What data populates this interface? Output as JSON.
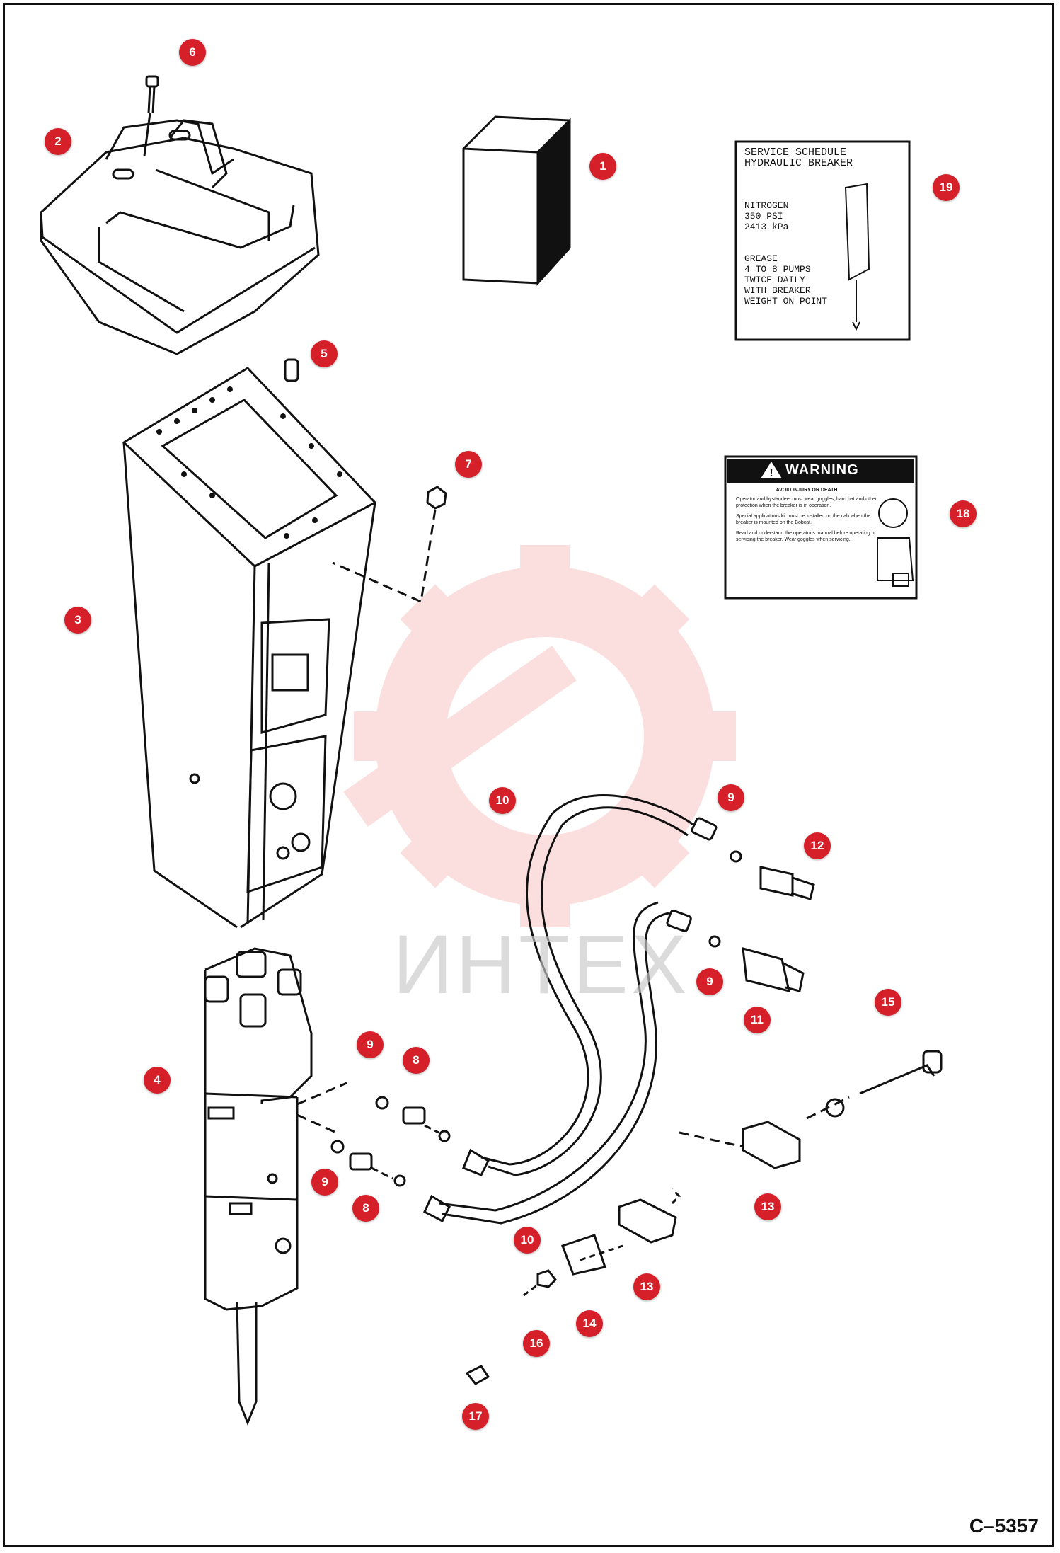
{
  "watermark": {
    "text": "ИНТЕХ",
    "color": "#f28b8b"
  },
  "drawing_code": "C–5357",
  "callout_color": "#d5202a",
  "callouts": [
    {
      "id": "1",
      "label": "1"
    },
    {
      "id": "2",
      "label": "2"
    },
    {
      "id": "3",
      "label": "3"
    },
    {
      "id": "4",
      "label": "4"
    },
    {
      "id": "5",
      "label": "5"
    },
    {
      "id": "6",
      "label": "6"
    },
    {
      "id": "7",
      "label": "7"
    },
    {
      "id": "8a",
      "label": "8"
    },
    {
      "id": "8b",
      "label": "8"
    },
    {
      "id": "9a",
      "label": "9"
    },
    {
      "id": "9b",
      "label": "9"
    },
    {
      "id": "9c",
      "label": "9"
    },
    {
      "id": "9d",
      "label": "9"
    },
    {
      "id": "10a",
      "label": "10"
    },
    {
      "id": "10b",
      "label": "10"
    },
    {
      "id": "11",
      "label": "11"
    },
    {
      "id": "12",
      "label": "12"
    },
    {
      "id": "13a",
      "label": "13"
    },
    {
      "id": "13b",
      "label": "13"
    },
    {
      "id": "14",
      "label": "14"
    },
    {
      "id": "15",
      "label": "15"
    },
    {
      "id": "16",
      "label": "16"
    },
    {
      "id": "17",
      "label": "17"
    },
    {
      "id": "18",
      "label": "18"
    },
    {
      "id": "19",
      "label": "19"
    }
  ],
  "service_decal": {
    "title": [
      "SERVICE SCHEDULE",
      "HYDRAULIC BREAKER"
    ],
    "nitrogen": [
      "NITROGEN",
      "350 PSI",
      "2413 kPa"
    ],
    "grease": [
      "GREASE",
      "4 TO 8 PUMPS",
      "TWICE DAILY",
      "WITH BREAKER",
      "WEIGHT ON POINT"
    ]
  },
  "warning_decal": {
    "header": "WARNING",
    "subheader": "AVOID INJURY OR DEATH",
    "bullets": [
      "Operator and bystanders must wear goggles, hard hat and other protection when the breaker is in operation.",
      "Special applications kit must be installed on the cab when the breaker is mounted on the Bobcat.",
      "Read and understand the operator's manual before operating or servicing the breaker. Wear goggles when servicing."
    ]
  }
}
